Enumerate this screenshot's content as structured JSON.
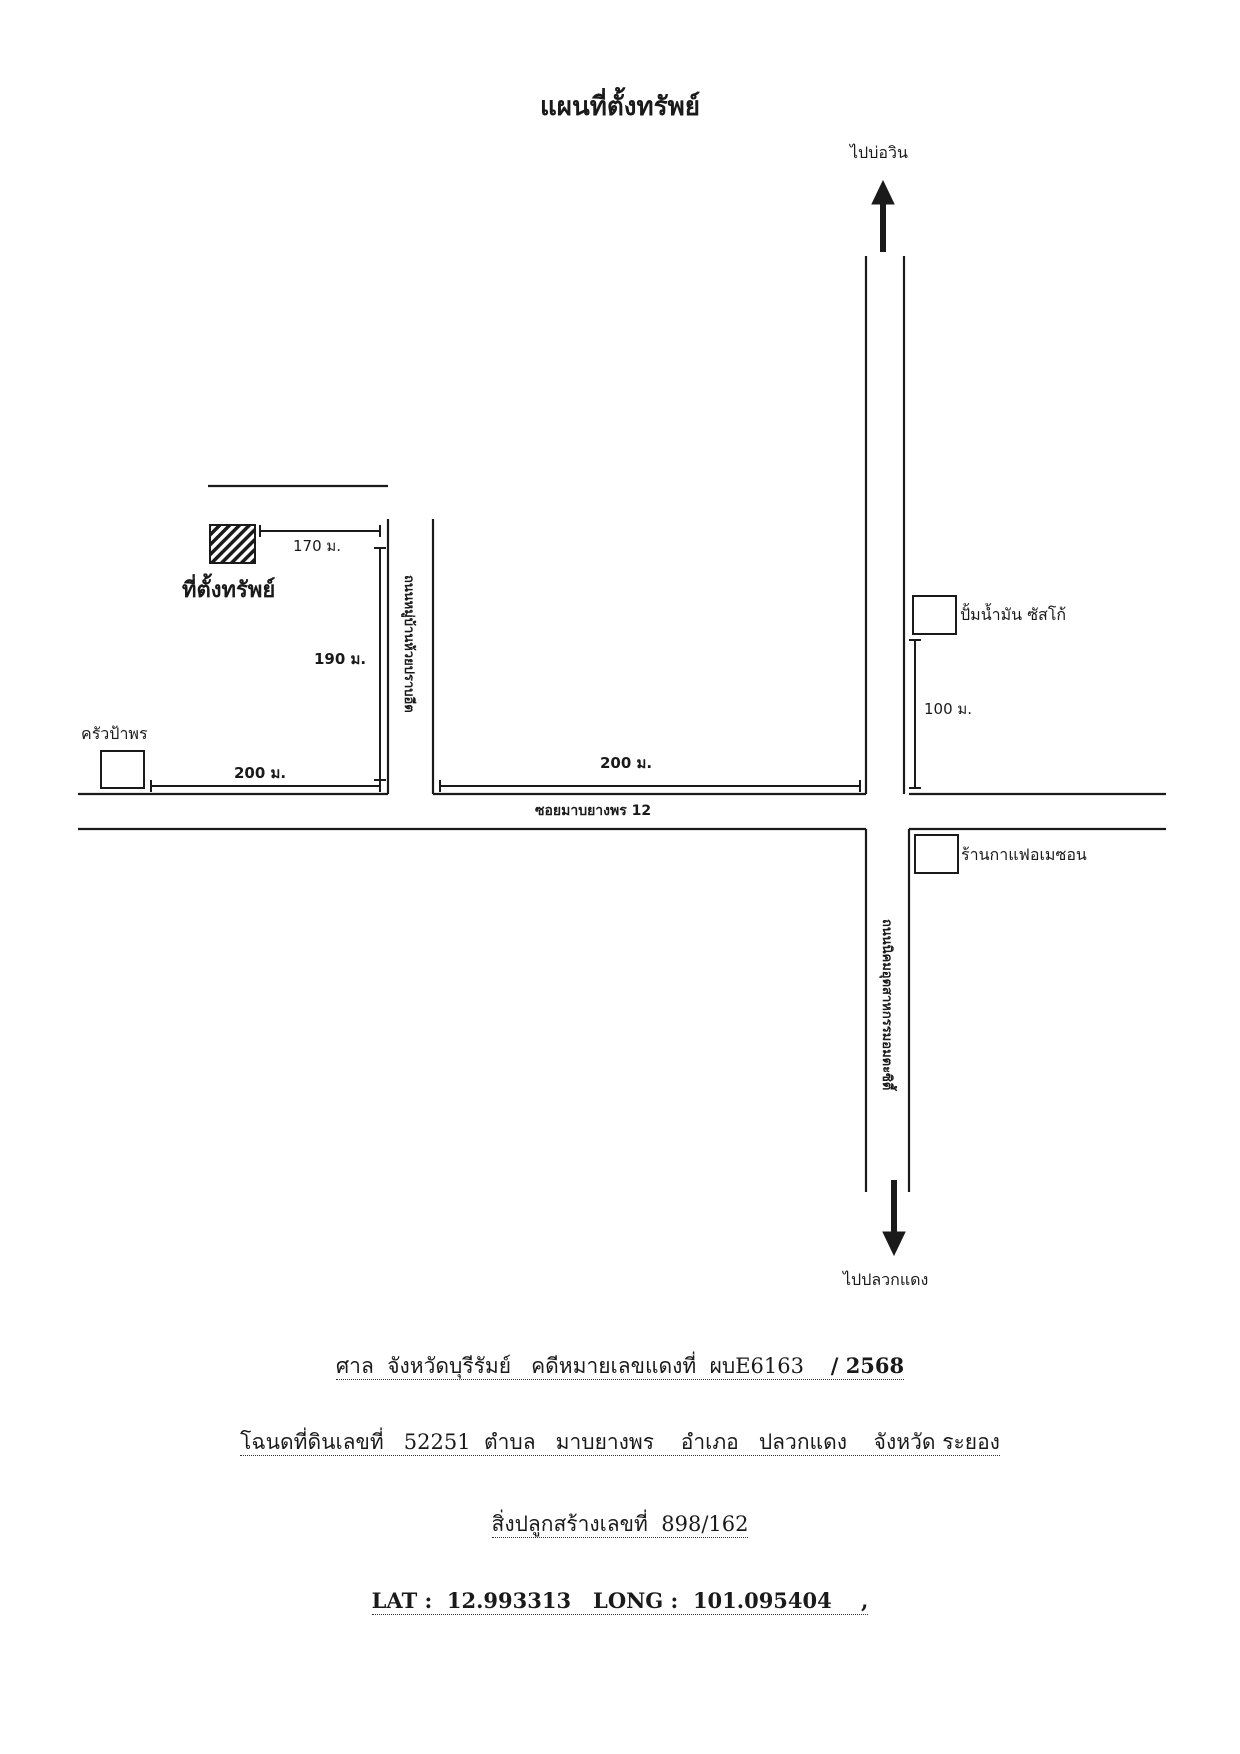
{
  "title": "แผนที่ตั้งทรัพย์",
  "labels": {
    "to_north": "ไปบ่อวิน",
    "to_south": "ไปปลวกแดง",
    "property": "ที่ตั้งทรัพย์",
    "krua_pa_porn": "ครัวป้าพร",
    "gas_station": "ปั้มน้ำมัน ซัสโก้",
    "coffee_shop": "ร้านกาแฟอเมซอน",
    "soi_name": "ซอยมาบยางพร 12",
    "village_road": "ถนนหมู่บ้านห้วยปราบอีต",
    "industrial_road": "ถนนนิคมอุตสาหกรรมอมตะซิตี้"
  },
  "distances": {
    "top_170": "170 ม.",
    "side_190": "190 ม.",
    "left_200": "200 ม.",
    "mid_200": "200 ม.",
    "gas_100": "100 ม."
  },
  "footer": {
    "court_prefix": "ศาล",
    "court_name": "จังหวัดบุรีรัมย์",
    "case_prefix": "คดีหมายเลขแดงที่",
    "case_no": "ผบE6163",
    "case_year": "/ 2568",
    "deed_prefix": "โฉนดที่ดินเลขที่",
    "deed_no": "52251",
    "tambon_prefix": "ตำบล",
    "tambon": "มาบยางพร",
    "amphoe_prefix": "อำเภอ",
    "amphoe": "ปลวกแดง",
    "changwat_prefix": "จังหวัด",
    "changwat": "ระยอง",
    "building_prefix": "สิ่งปลูกสร้างเลขที่",
    "building_no": "898/162",
    "lat_prefix": "LAT :",
    "lat": "12.993313",
    "long_prefix": "LONG :",
    "long": "101.095404",
    "trailing": ","
  },
  "colors": {
    "ink": "#1a1a1a",
    "paper": "#ffffff"
  },
  "icons": {
    "north_arrow": "arrow-up-icon",
    "south_arrow": "arrow-down-icon",
    "property_marker": "hatched-square-icon"
  }
}
